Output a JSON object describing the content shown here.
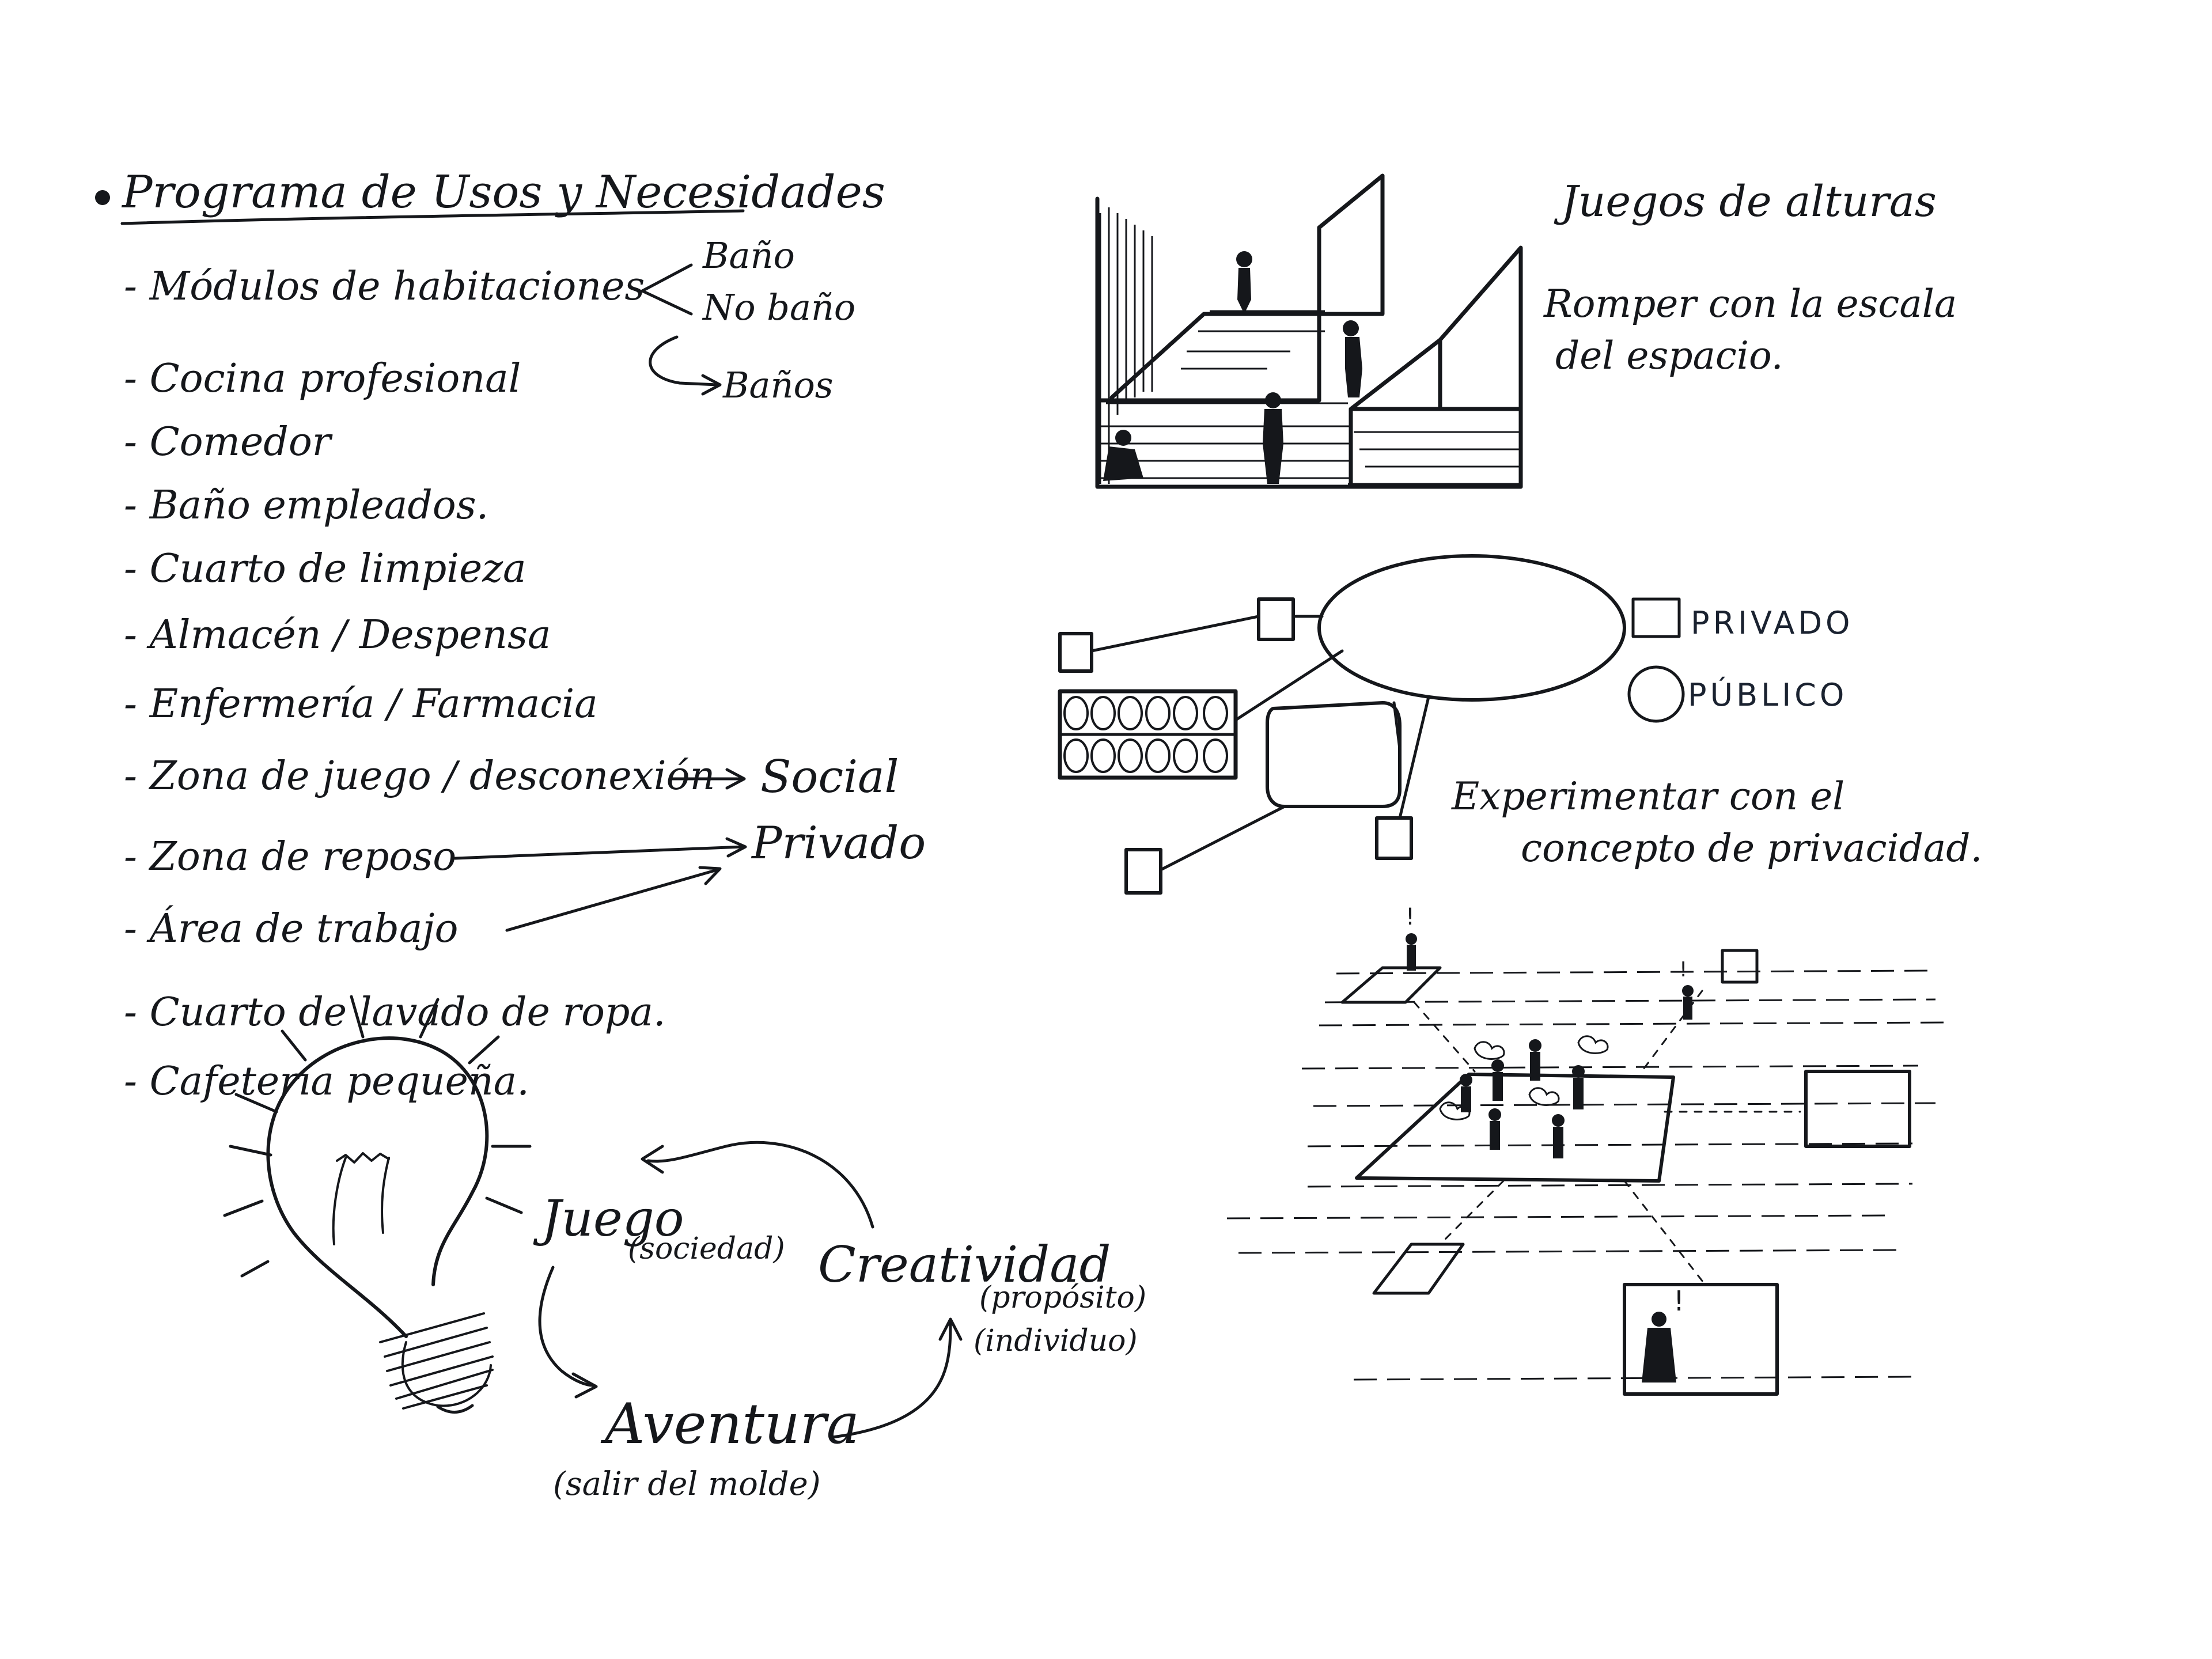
{
  "program": {
    "title": "Programa de Usos y Necesidades",
    "items": [
      "- Módulos de habitaciones",
      "- Cocina profesional",
      "- Comedor",
      "- Baño empleados.",
      "- Cuarto de limpieza",
      "- Almacén / Despensa",
      "- Enfermería / Farmacia",
      "- Zona de juego / desconexión",
      "- Zona de reposo",
      "- Área de trabajo",
      "- Cuarto de lavado de ropa.",
      "- Cafetería pequeña."
    ],
    "branches": {
      "bano": "Baño",
      "no_bano": "No baño",
      "banos": "Baños",
      "social": "Social",
      "privado": "Privado"
    }
  },
  "heights_sketch": {
    "title": "Juegos de alturas",
    "note_line1": "Romper con la escala",
    "note_line2": "del espacio."
  },
  "privacy_diagram": {
    "legend_private": "PRIVADO",
    "legend_public": "PÚBLICO",
    "note_line1": "Experimentar con el",
    "note_line2": "concepto de privacidad."
  },
  "concepts": {
    "juego": "Juego",
    "juego_sub": "(sociedad)",
    "creatividad": "Creatividad",
    "creatividad_sub1": "(propósito)",
    "creatividad_sub2": "(individuo)",
    "aventura": "Aventura",
    "aventura_sub": "(salir del molde)"
  },
  "colors": {
    "ink": "#15171b",
    "print_ink": "#1a2230",
    "paper": "#ffffff"
  }
}
